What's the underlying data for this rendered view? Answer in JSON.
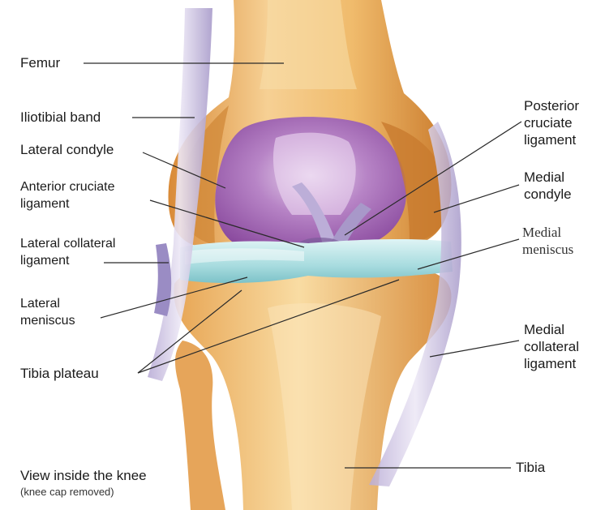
{
  "labels": {
    "femur": "Femur",
    "iliotibial_band": "Iliotibial band",
    "lateral_condyle": "Lateral condyle",
    "anterior_cruciate": [
      "Anterior cruciate",
      "ligament"
    ],
    "lateral_collateral": [
      "Lateral collateral",
      "ligament"
    ],
    "lateral_meniscus": [
      "Lateral",
      "meniscus"
    ],
    "tibia_plateau": "Tibia plateau",
    "posterior_cruciate": [
      "Posterior",
      "cruciate",
      "ligament"
    ],
    "medial_condyle": [
      "Medial",
      "condyle"
    ],
    "medial_meniscus": [
      "Medial",
      "meniscus"
    ],
    "medial_collateral": [
      "Medial",
      "collateral",
      "ligament"
    ],
    "tibia": "Tibia"
  },
  "caption": {
    "title": "View inside the knee",
    "note": "(knee cap removed)"
  },
  "colors": {
    "bone": "#e9a94f",
    "bone_light": "#f7d79c",
    "bone_shadow": "#c97a2c",
    "cartilage": "#9a5fb0",
    "cartilage_light": "#c79bd0",
    "meniscus": "#b7e3e5",
    "ligament": "#d9d2ea",
    "leader": "#2a2a2a"
  }
}
